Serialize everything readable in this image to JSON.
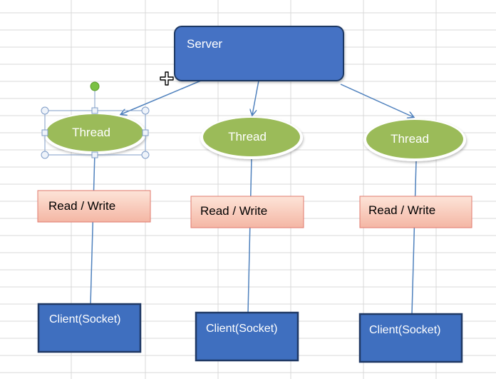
{
  "server": {
    "label": "Server"
  },
  "threads": [
    {
      "label": "Thread"
    },
    {
      "label": "Thread"
    },
    {
      "label": "Thread"
    }
  ],
  "read_write": [
    {
      "label": "Read / Write"
    },
    {
      "label": "Read / Write"
    },
    {
      "label": "Read / Write"
    }
  ],
  "clients": [
    {
      "label": "Client(Socket)"
    },
    {
      "label": "Client(Socket)"
    },
    {
      "label": "Client(Socket)"
    }
  ],
  "colors": {
    "grid_line": "#d9d9d9",
    "server_fill": "#4472c4",
    "server_stroke": "#1f3864",
    "thread_fill": "#9bbb59",
    "rw_fill": "#f8cbad",
    "rw_stroke": "#e07a6e",
    "client_fill": "#3f6fbf",
    "client_stroke": "#1f3864",
    "connector": "#4f81bd",
    "selection": "#7f9cc7",
    "rotate_handle": "#7ac143"
  }
}
